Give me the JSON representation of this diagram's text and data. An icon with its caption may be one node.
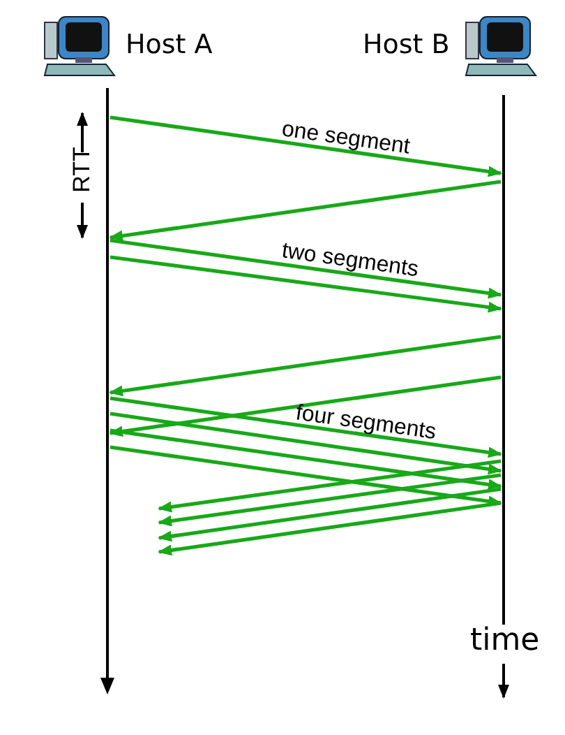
{
  "diagram": {
    "nodes": [
      {
        "text": [
          "Host A"
        ]
      },
      {
        "text": [
          "Host B"
        ]
      }
    ],
    "edges": [
      {
        "from": 0,
        "to": 1,
        "arrow": "to",
        "label": "one segment"
      },
      {
        "from": 1,
        "to": 0,
        "arrow": "to"
      },
      {
        "from": 0,
        "to": 1,
        "arrow": "to",
        "label": "two segments"
      },
      {
        "from": 0,
        "to": 1,
        "arrow": "to"
      },
      {
        "from": 1,
        "to": 0,
        "arrow": "to"
      },
      {
        "from": 1,
        "to": 0,
        "arrow": "to"
      },
      {
        "from": 0,
        "to": 1,
        "arrow": "to",
        "label": "four segments"
      },
      {
        "from": 0,
        "to": 1,
        "arrow": "to"
      },
      {
        "from": 0,
        "to": 1,
        "arrow": "to"
      },
      {
        "from": 0,
        "to": 1,
        "arrow": "to"
      },
      {
        "from": 1,
        "to": 0,
        "arrow": "to"
      },
      {
        "from": 1,
        "to": 0,
        "arrow": "to"
      },
      {
        "from": 1,
        "to": 0,
        "arrow": "to"
      },
      {
        "from": 1,
        "to": 0,
        "arrow": "to"
      }
    ],
    "labels": [
      "RTT",
      "time"
    ]
  }
}
